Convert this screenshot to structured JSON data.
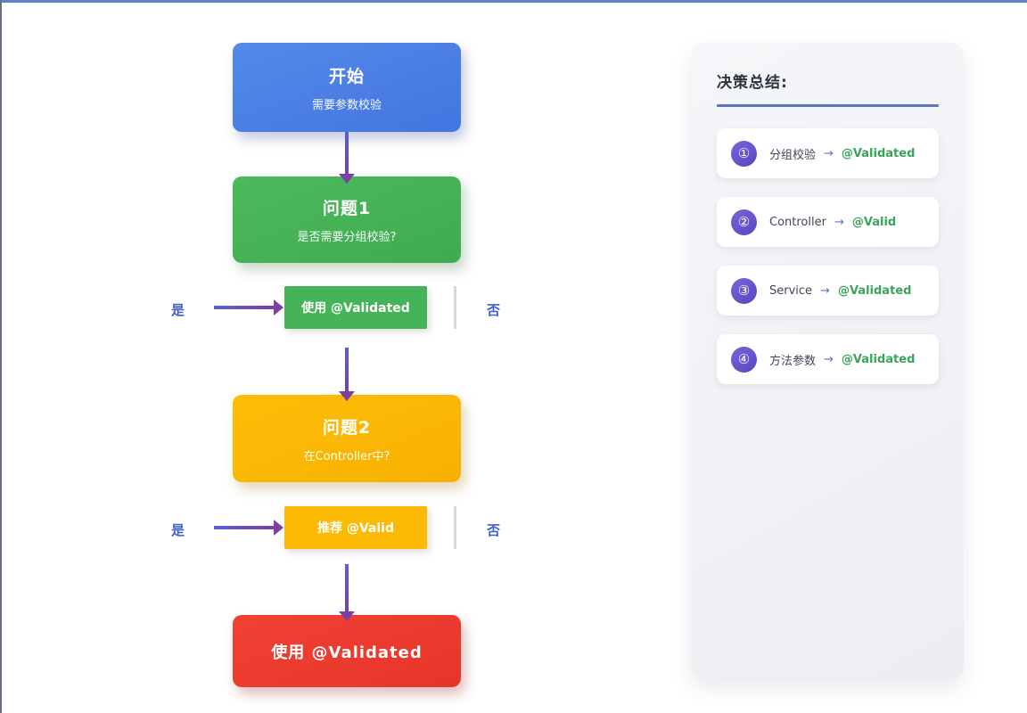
{
  "flowchart": {
    "start": {
      "title": "开始",
      "subtitle": "需要参数校验",
      "color": "#4a7de5"
    },
    "question1": {
      "title": "问题1",
      "subtitle": "是否需要分组校验?",
      "color": "#45b357"
    },
    "answer1": {
      "yes": "是",
      "no": "否",
      "result": "使用 @Validated",
      "color": "#45b357"
    },
    "question2": {
      "title": "问题2",
      "subtitle": "在Controller中?",
      "color": "#fcba04"
    },
    "answer2": {
      "yes": "是",
      "no": "否",
      "result": "推荐 @Valid",
      "color": "#fcba04"
    },
    "final": {
      "label": "使用 @Validated",
      "color": "#ee3a2c"
    }
  },
  "summary": {
    "title": "决策总结:",
    "items": [
      {
        "num": "①",
        "label": "分组校验",
        "arrow": "→",
        "value": "@Validated"
      },
      {
        "num": "②",
        "label": "Controller",
        "arrow": "→",
        "value": "@Valid"
      },
      {
        "num": "③",
        "label": "Service",
        "arrow": "→",
        "value": "@Validated"
      },
      {
        "num": "④",
        "label": "方法参数",
        "arrow": "→",
        "value": "@Validated"
      }
    ]
  },
  "colors": {
    "start_blue": "#4a7de5",
    "green": "#45b357",
    "amber": "#fcba04",
    "red": "#ee3a2c",
    "arrow_purple": "#7b3fa5",
    "arrow_indigo": "#5b5fd6",
    "yes_no_blue": "#4161c8",
    "badge_purple": "#6a53cc",
    "underline_blue": "#5b76b8",
    "value_green": "#3aa55a"
  }
}
